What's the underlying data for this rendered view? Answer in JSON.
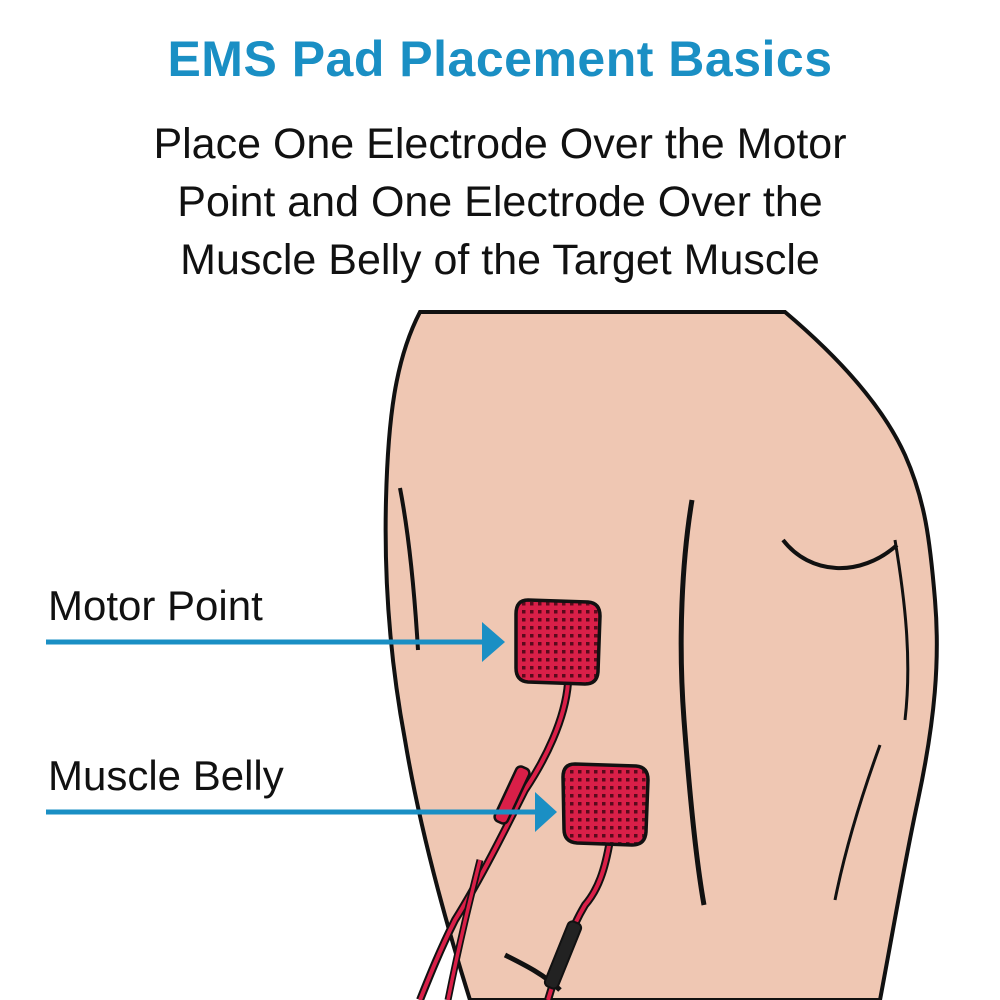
{
  "title": "EMS Pad Placement Basics",
  "subtitle_lines": [
    "Place One Electrode Over the Motor",
    "Point and One Electrode Over the",
    "Muscle Belly of the Target Muscle"
  ],
  "labels": {
    "motor_point": "Motor Point",
    "muscle_belly": "Muscle Belly"
  },
  "colors": {
    "title": "#1a8fc4",
    "arrow": "#1a8fc4",
    "skin": "#efc7b3",
    "pad": "#d91f48",
    "outline": "#111111"
  }
}
